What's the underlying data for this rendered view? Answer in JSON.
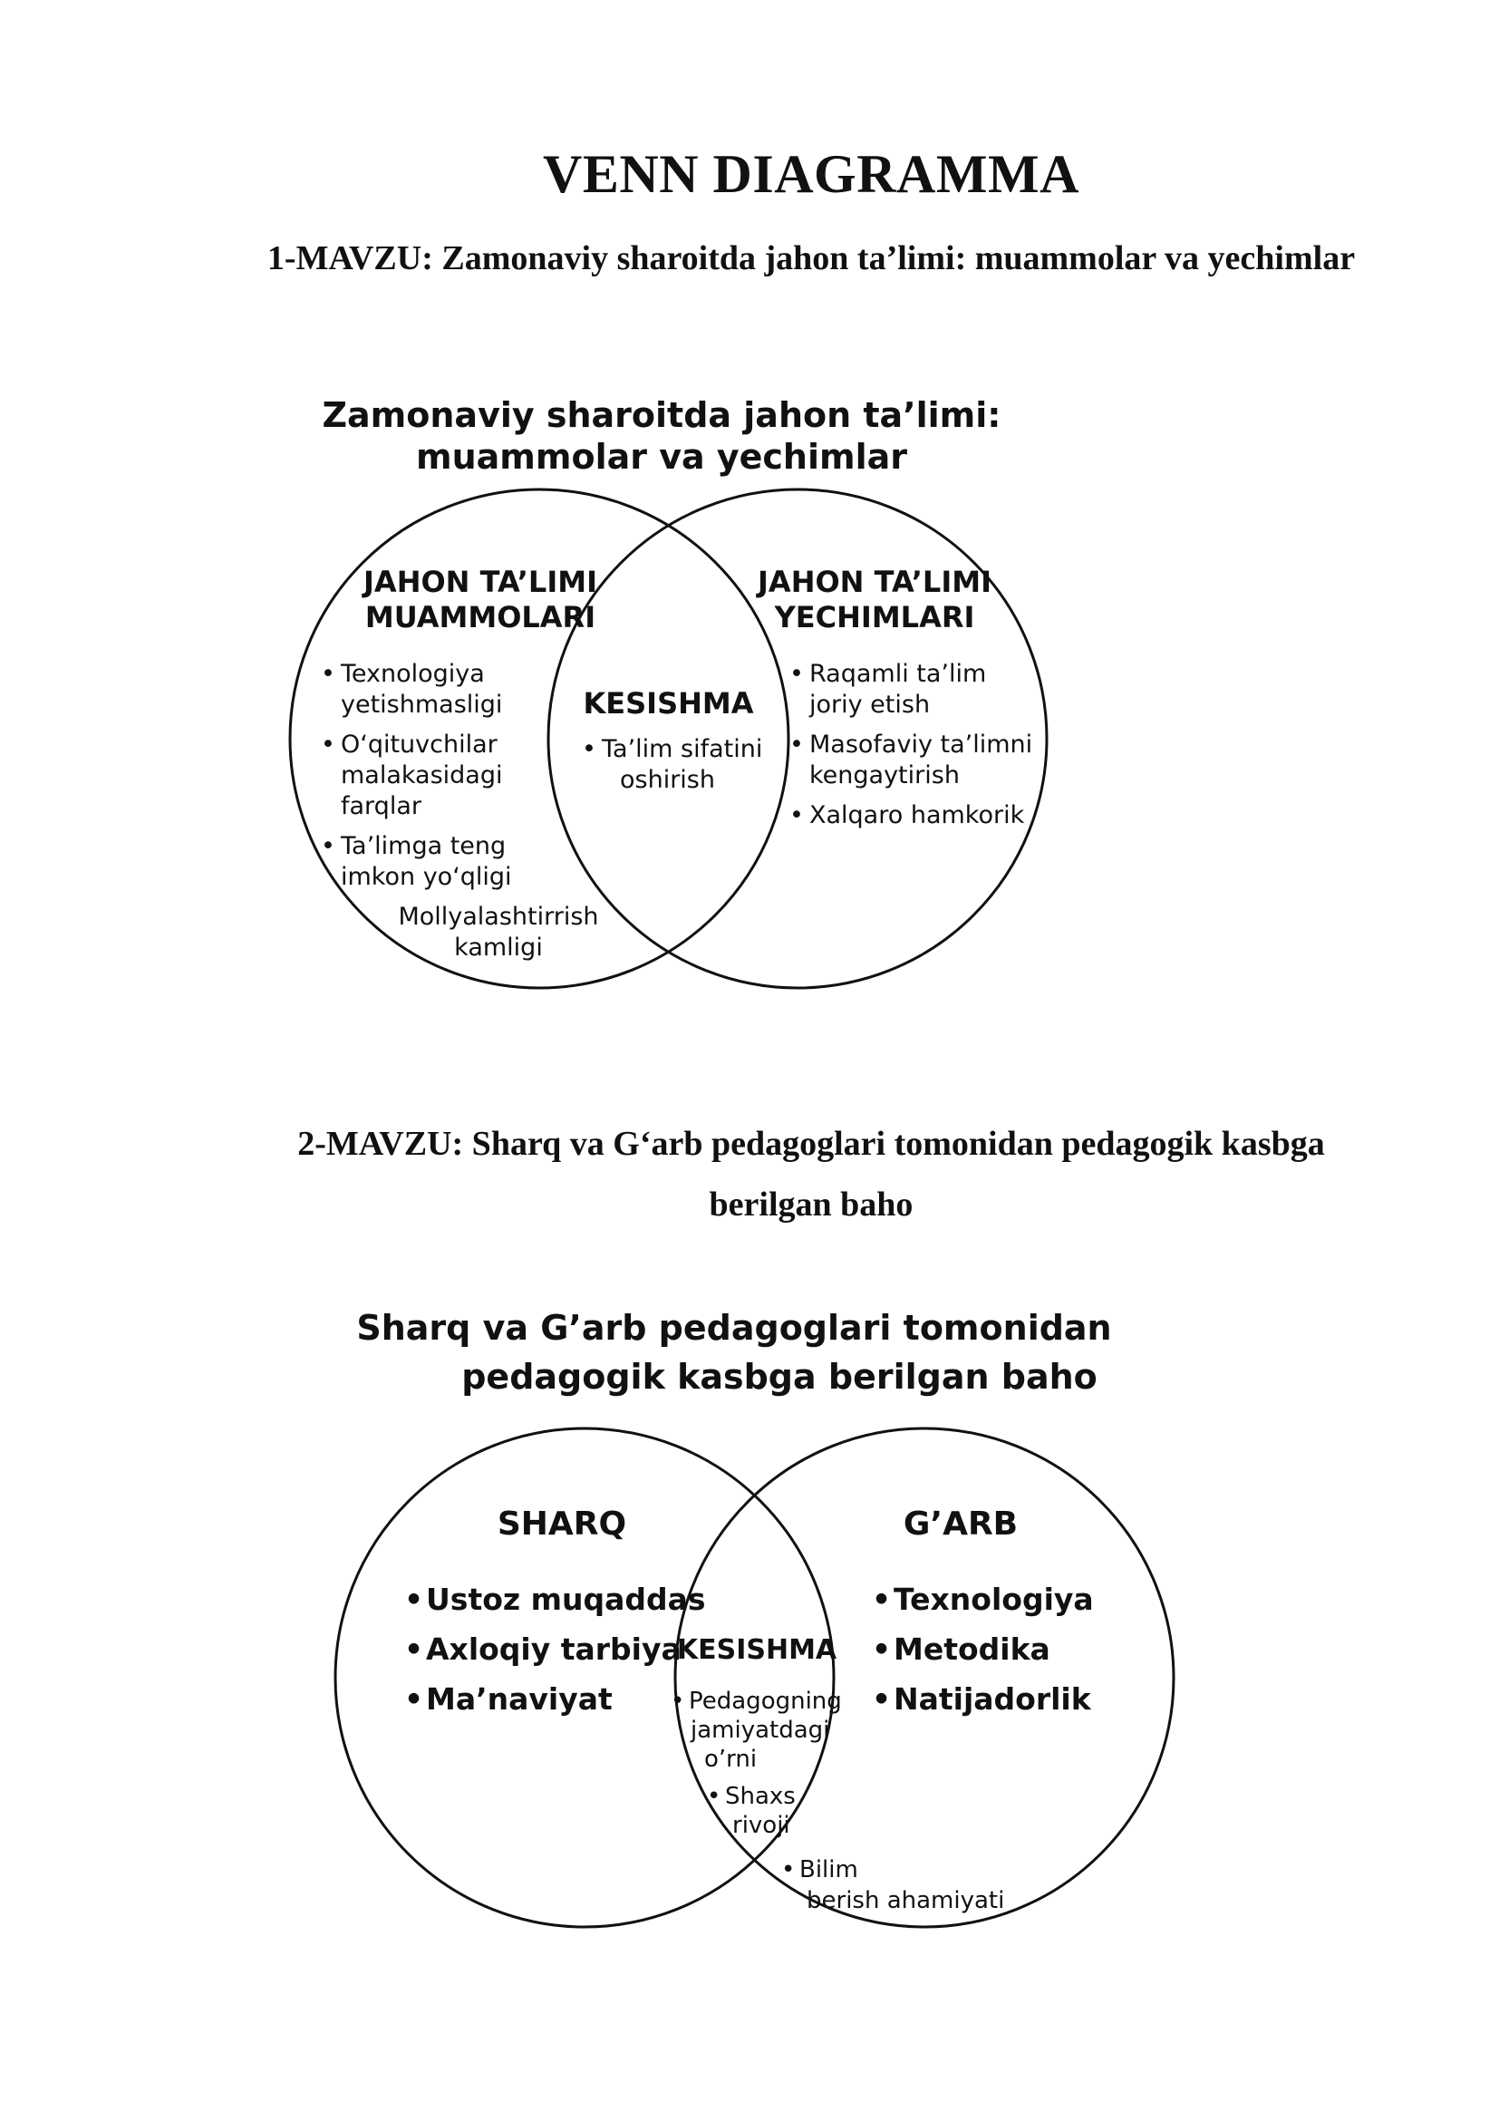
{
  "page": {
    "title": "VENN DIAGRAMMA"
  },
  "topic1": {
    "heading": "1-MAVZU: Zamonaviy sharoitda jahon ta’limi: muammolar va yechimlar",
    "diagram": {
      "title_line1": "Zamonaviy sharoitda jahon ta’limi:",
      "title_line2": "muammolar va yechimlar",
      "left": {
        "label_line1": "JAHON TA’LIMI",
        "label_line2": "MUAMMOLARI",
        "items": [
          {
            "bullet": "•",
            "line1": "Texnologiya",
            "line2": "yetishmasligi"
          },
          {
            "bullet": "•",
            "line1": "O‘qituvchilar",
            "line2": "malakasidagi",
            "line3": "farqlar"
          },
          {
            "bullet": "•",
            "line1": "Ta’limga teng",
            "line2": "imkon yo‘qligi"
          },
          {
            "line1": "Mollyalashtirrish",
            "line2": "kamligi"
          }
        ]
      },
      "intersection": {
        "label": "KESISHMA",
        "items": [
          {
            "bullet": "•",
            "line1": "Ta’lim sifatini",
            "line2": "oshirish"
          }
        ]
      },
      "right": {
        "label_line1": "JAHON TA’LIMI",
        "label_line2": "YECHIMLARI",
        "items": [
          {
            "bullet": "•",
            "line1": "Raqamli ta’lim",
            "line2": "joriy etish"
          },
          {
            "bullet": "•",
            "line1": "Masofaviy ta’limni",
            "line2": "kengaytirish"
          },
          {
            "bullet": "•",
            "line1": "Xalqaro hamkorik"
          }
        ]
      }
    }
  },
  "topic2": {
    "heading_line1": "2-MAVZU: Sharq va G‘arb pedagoglari tomonidan pedagogik kasbga",
    "heading_line2": "berilgan baho",
    "diagram": {
      "title_line1": "Sharq va G’arb pedagoglari tomonidan",
      "title_line2": "pedagogik kasbga berilgan baho",
      "left": {
        "label": "SHARQ",
        "items": [
          {
            "bullet": "•",
            "text": "Ustoz muqaddas"
          },
          {
            "bullet": "•",
            "text": "Axloqiy tarbiya"
          },
          {
            "bullet": "•",
            "text": "Ma’naviyat"
          }
        ]
      },
      "intersection": {
        "label": "KESISHMA",
        "items": [
          {
            "bullet": "•",
            "line1": "Pedagogning",
            "line2": "jamiyatdagi",
            "line3": "o’rni"
          },
          {
            "bullet": "•",
            "line1": "Shaxs",
            "line2": "rivoji"
          },
          {
            "bullet": "•",
            "line1": "Bilim",
            "line2": "berish ahamiyati"
          }
        ]
      },
      "right": {
        "label": "G’ARB",
        "items": [
          {
            "bullet": "•",
            "text": "Texnologiya"
          },
          {
            "bullet": "•",
            "text": "Metodika"
          },
          {
            "bullet": "•",
            "text": "Natijadorlik"
          }
        ]
      }
    }
  }
}
